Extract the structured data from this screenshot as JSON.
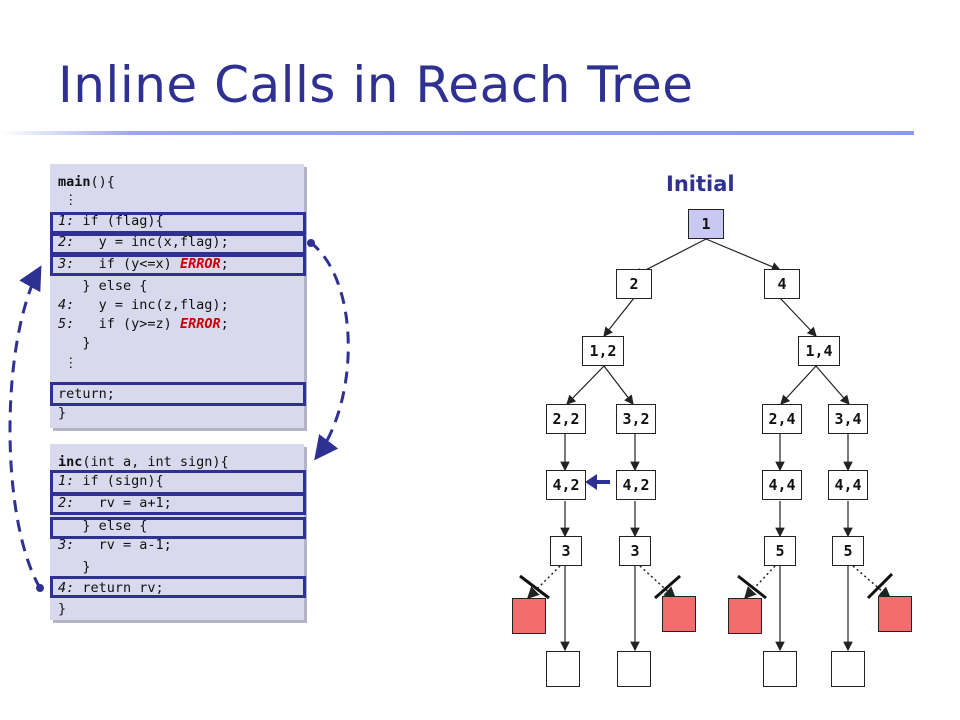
{
  "slide": {
    "title": "Inline Calls in Reach Tree",
    "initial_label": "Initial"
  },
  "main_code": {
    "l0_kw": "main",
    "l0_rest": "(){",
    "l1": "⋮",
    "l2_num": "1:",
    "l2": " if (flag){",
    "l3_num": "2:",
    "l3": "   y = inc(x,flag);",
    "l4_num": "3:",
    "l4": "   if (y<=x) ",
    "l4_err": "ERROR",
    "l4_end": ";",
    "l5": "   } else {",
    "l6_num": "4:",
    "l6": "   y = inc(z,flag);",
    "l7_num": "5:",
    "l7": "   if (y>=z) ",
    "l7_err": "ERROR",
    "l7_end": ";",
    "l8": "   }",
    "l9": "⋮",
    "l10": "return;",
    "l11": "}"
  },
  "inc_code": {
    "l0_kw": "inc",
    "l0_rest": "(int a, int sign){",
    "l1_num": "1:",
    "l1": " if (sign){",
    "l2_num": "2:",
    "l2": "   rv = a+1;",
    "l3": "   } else {",
    "l4_num": "3:",
    "l4": "   rv = a-1;",
    "l5": "   }",
    "l6_num": "4:",
    "l6": " return rv;",
    "l7": "}"
  },
  "tree": {
    "root": "1",
    "left": "2",
    "right": "4",
    "left_l2": "1,2",
    "right_l2": "1,4",
    "ll3": "2,2",
    "lr3": "3,2",
    "rl3": "2,4",
    "rr3": "3,4",
    "ll4": "4,2",
    "lr4": "4,2",
    "rl4": "4,4",
    "rr4": "4,4",
    "ll5": "3",
    "lr5": "3",
    "rl5": "5",
    "rr5": "5"
  },
  "colors": {
    "title": "#2e3192",
    "highlight_border": "#2e3192",
    "code_bg": "#d9d9ee",
    "error_node": "#f26d6d",
    "root_node": "#c8c8f2",
    "error_text": "#cc0000"
  }
}
